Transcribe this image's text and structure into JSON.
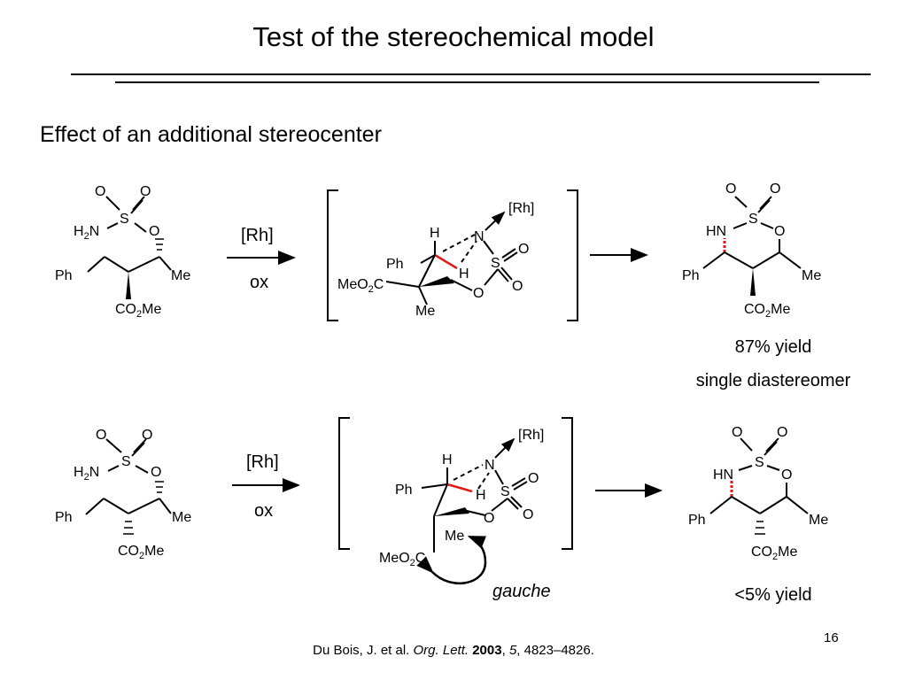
{
  "slide": {
    "title": "Test of the stereochemical model",
    "section_heading": "Effect of an additional stereocenter",
    "page_number": "16"
  },
  "citation": {
    "authors": "Du Bois, J. et al. ",
    "journal": "Org. Lett.",
    "year": "2003",
    "volume": "5",
    "pages": ", 4823–4826."
  },
  "reaction_1": {
    "reagent": "[Rh]",
    "condition": "ox",
    "result_line1": "87% yield",
    "result_line2": "single diastereomer"
  },
  "reaction_2": {
    "reagent": "[Rh]",
    "condition": "ox",
    "interaction_label": "gauche",
    "result_line1": "<5% yield"
  },
  "labels": {
    "O": "O",
    "S": "S",
    "N": "N",
    "H": "H",
    "H2N": "H",
    "H2N_sub": "2",
    "H2N_tail": "N",
    "HN": "HN",
    "Ph": "Ph",
    "Me": "Me",
    "Rh": "[Rh]",
    "CO2Me_a": "CO",
    "CO2Me_sub": "2",
    "CO2Me_b": "Me",
    "MeO2C_a": "MeO",
    "MeO2C_sub": "2",
    "MeO2C_b": "C"
  },
  "colors": {
    "highlight_bond": "#e01818",
    "ink": "#000000"
  }
}
